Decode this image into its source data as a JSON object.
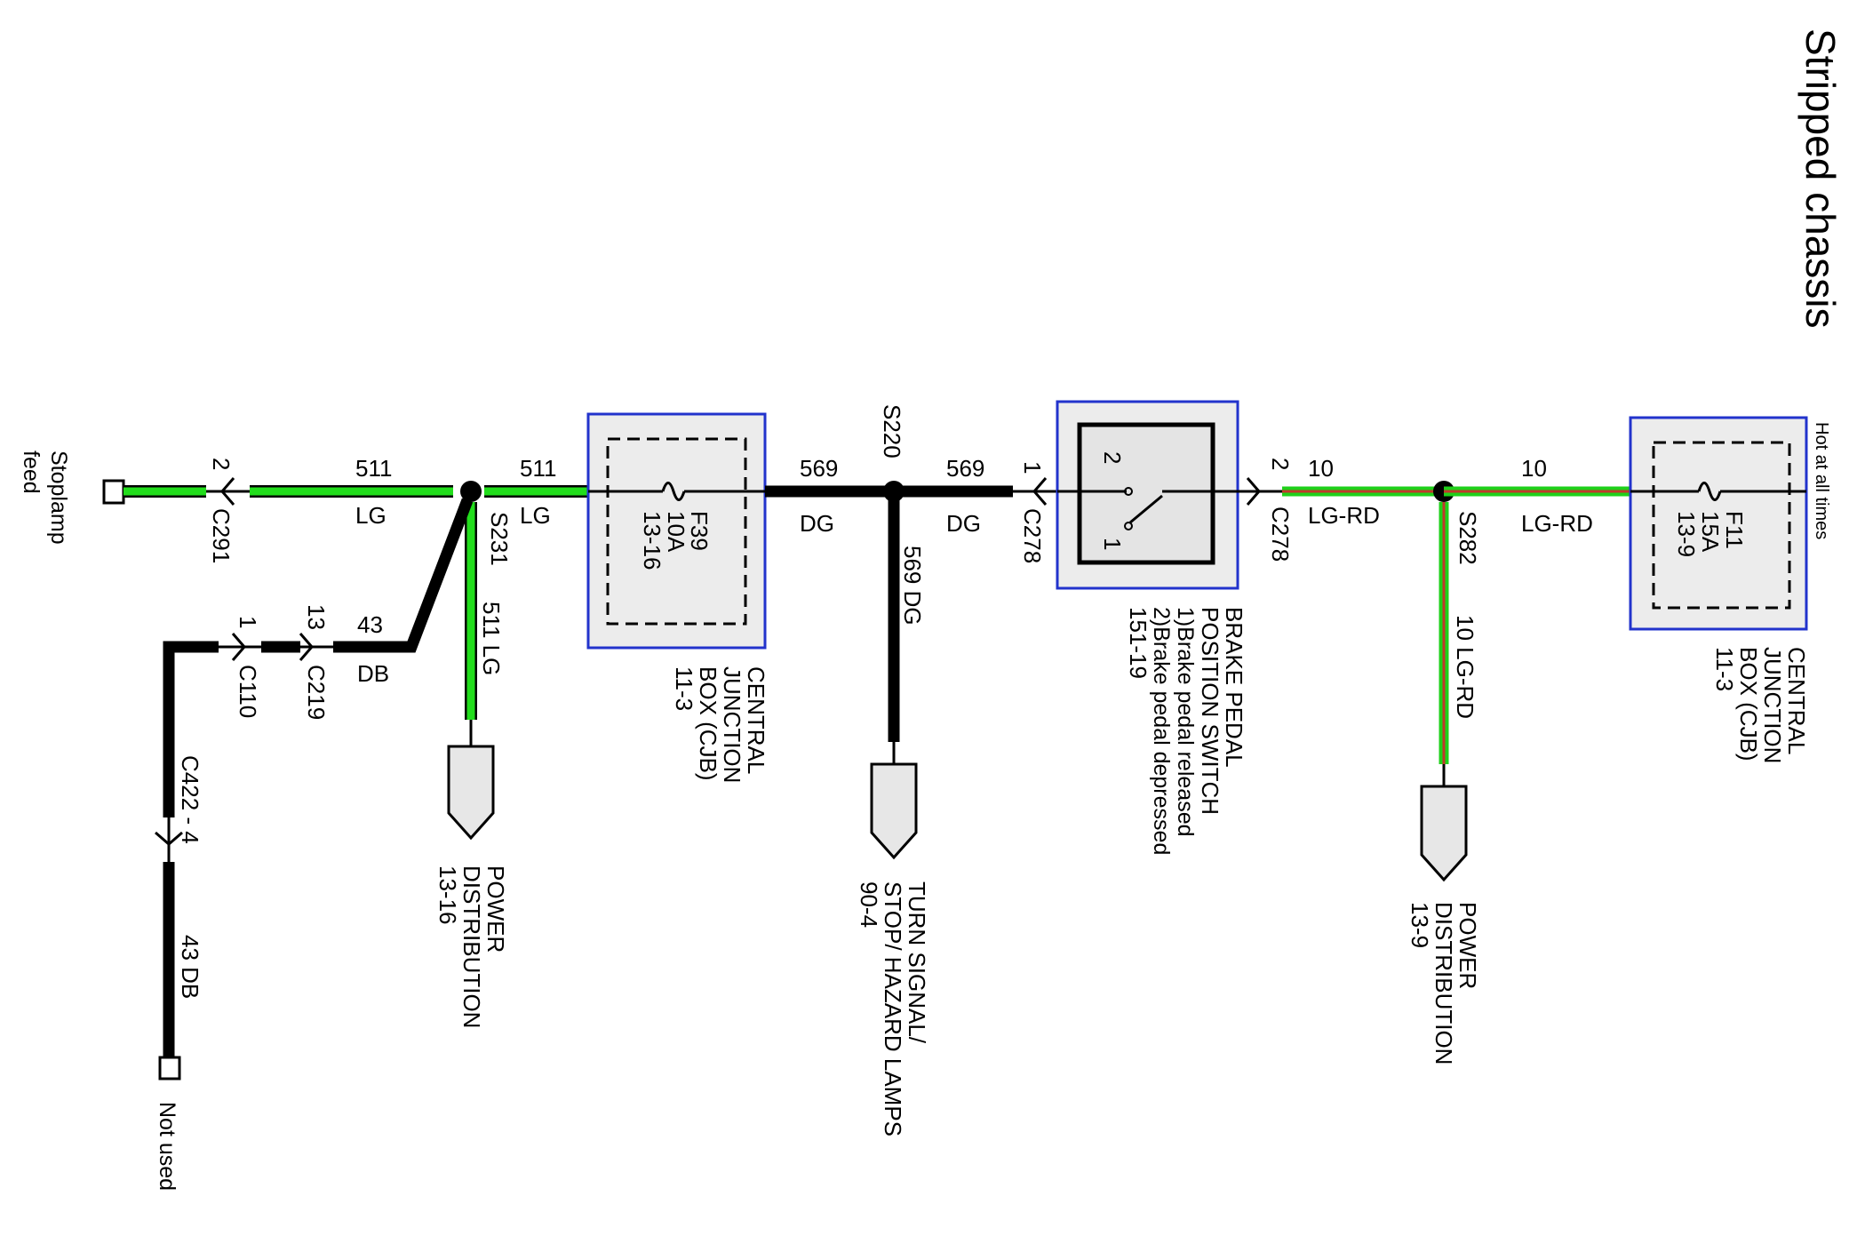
{
  "title": "Stripped chassis",
  "hot_at_all_times": "Hot at all times",
  "stoplamp_feed": [
    "Stoplamp",
    "feed"
  ],
  "not_used": "Not used",
  "wires": {
    "w511": "511",
    "lg": "LG",
    "w569": "569",
    "dg": "DG",
    "w10": "10",
    "lgrd": "LG-RD",
    "w43": "43",
    "db": "DB",
    "v511lg": "511   LG",
    "v569dg": "569   DG",
    "v10lgrd": "10     LG-RD",
    "v43db": "43     DB"
  },
  "connectors": {
    "c291": "C291",
    "c291_pin": "2",
    "c110": "C110",
    "c110_pin": "1",
    "c219": "C219",
    "c219_pin": "13",
    "c422": "C422   -   4",
    "c278_left": "C278",
    "c278_left_pin": "1",
    "c278_right": "C278",
    "c278_right_pin": "2"
  },
  "splices": {
    "s231": "S231",
    "s220": "S220",
    "s282": "S282"
  },
  "cjb1": {
    "fuse": "F39",
    "amps": "10A",
    "ref": "13-16",
    "label": [
      "CENTRAL",
      "JUNCTION",
      "BOX (CJB)",
      "11-3"
    ]
  },
  "cjb2": {
    "fuse": "F11",
    "amps": "15A",
    "ref": "13-9",
    "label": [
      "CENTRAL",
      "JUNCTION",
      "BOX (CJB)",
      "11-3"
    ]
  },
  "brake_switch": {
    "pin_top": "2",
    "pin_bottom": "1",
    "label": [
      "BRAKE PEDAL",
      "POSITION SWITCH",
      "1)Brake pedal released",
      "2)Brake pedal depressed",
      "151-19"
    ]
  },
  "pd1": [
    "POWER",
    "DISTRIBUTION",
    "13-16"
  ],
  "turn": [
    "TURN SIGNAL/",
    "STOP/ HAZARD LAMPS",
    "90-4"
  ],
  "pd2": [
    "POWER",
    "DISTRIBUTION",
    "13-9"
  ],
  "colors": {
    "lg": "#22dd1c",
    "rd": "#c0392b",
    "box_border": "#2233cc",
    "box_fill": "#ececec"
  }
}
